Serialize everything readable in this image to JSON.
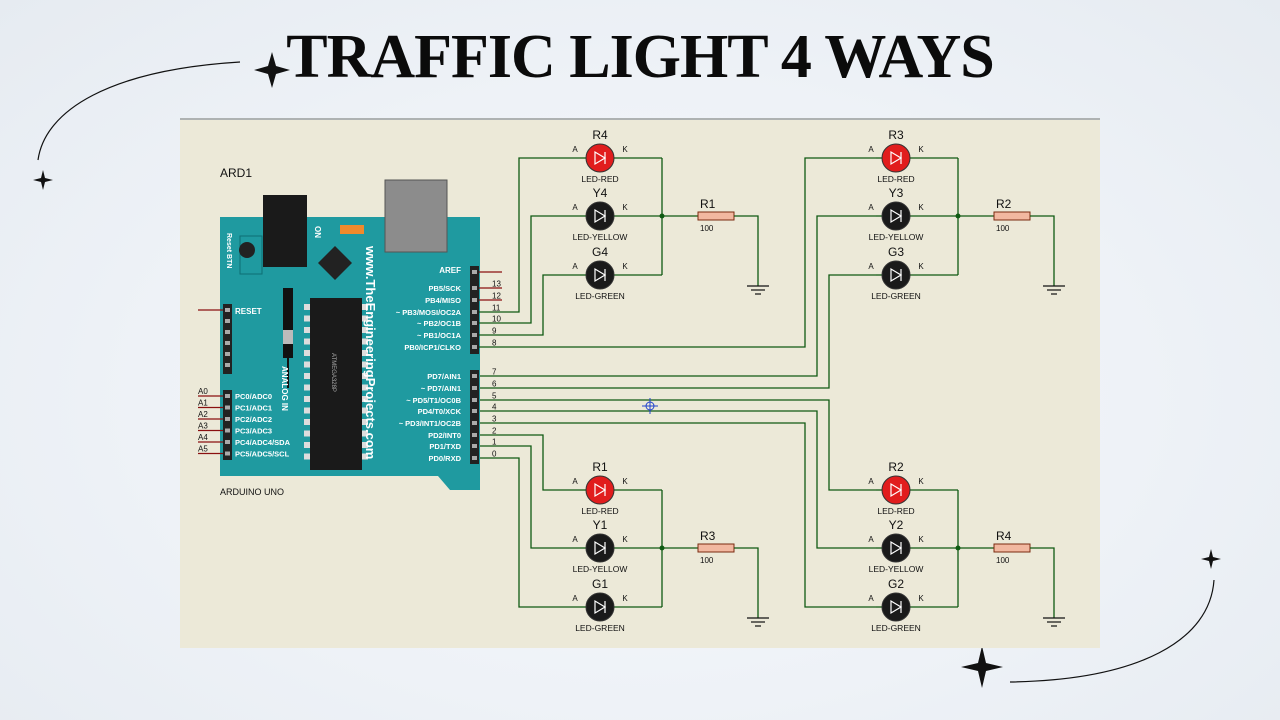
{
  "title": "TRAFFIC LIGHT 4 WAYS",
  "colors": {
    "background": "#eef2f7",
    "canvas": "#ece9d8",
    "wire": "#0f5a12",
    "board": "#1f9aa0",
    "led_red": "#e11d1d",
    "led_dark": "#1a1a1a",
    "resistor": "#f2b8a0",
    "pin_wire": "#8a1010"
  },
  "arduino": {
    "ref": "ARD1",
    "name": "ARDUINO UNO",
    "reset_btn": "Reset BTN",
    "on": "ON",
    "website": "www.TheEngineeringProjects.com",
    "analog_in": "ANALOG IN",
    "chip": "ATMEGA328P",
    "reset_pin": "RESET",
    "aref": "AREF",
    "digital_high": [
      {
        "num": "13",
        "label": "PB5/SCK"
      },
      {
        "num": "12",
        "label": "PB4/MISO"
      },
      {
        "num": "11",
        "label": "~ PB3/MOSI/OC2A"
      },
      {
        "num": "10",
        "label": "~ PB2/OC1B"
      },
      {
        "num": "9",
        "label": "~ PB1/OC1A"
      },
      {
        "num": "8",
        "label": "PB0/ICP1/CLKO"
      }
    ],
    "digital_low": [
      {
        "num": "7",
        "label": "PD7/AIN1"
      },
      {
        "num": "6",
        "label": "~ PD7/AIN1"
      },
      {
        "num": "5",
        "label": "~ PD5/T1/OC0B"
      },
      {
        "num": "4",
        "label": "PD4/T0/XCK"
      },
      {
        "num": "3",
        "label": "~ PD3/INT1/OC2B"
      },
      {
        "num": "2",
        "label": "PD2/INT0"
      },
      {
        "num": "1",
        "label": "PD1/TXD"
      },
      {
        "num": "0",
        "label": "PD0/RXD"
      }
    ],
    "analog": [
      {
        "net": "A0",
        "label": "PC0/ADC0"
      },
      {
        "net": "A1",
        "label": "PC1/ADC1"
      },
      {
        "net": "A2",
        "label": "PC2/ADC2"
      },
      {
        "net": "A3",
        "label": "PC3/ADC3"
      },
      {
        "net": "A4",
        "label": "PC4/ADC4/SDA"
      },
      {
        "net": "A5",
        "label": "PC5/ADC5/SCL"
      }
    ]
  },
  "led_pins": {
    "anode": "A",
    "cathode": "K"
  },
  "groups": [
    {
      "leds": [
        {
          "ref": "R4",
          "type": "LED-RED"
        },
        {
          "ref": "Y4",
          "type": "LED-YELLOW"
        },
        {
          "ref": "G4",
          "type": "LED-GREEN"
        }
      ],
      "resistor": {
        "ref": "R1",
        "value": "100"
      }
    },
    {
      "leds": [
        {
          "ref": "R3",
          "type": "LED-RED"
        },
        {
          "ref": "Y3",
          "type": "LED-YELLOW"
        },
        {
          "ref": "G3",
          "type": "LED-GREEN"
        }
      ],
      "resistor": {
        "ref": "R2",
        "value": "100"
      }
    },
    {
      "leds": [
        {
          "ref": "R1",
          "type": "LED-RED"
        },
        {
          "ref": "Y1",
          "type": "LED-YELLOW"
        },
        {
          "ref": "G1",
          "type": "LED-GREEN"
        }
      ],
      "resistor": {
        "ref": "R3",
        "value": "100"
      }
    },
    {
      "leds": [
        {
          "ref": "R2",
          "type": "LED-RED"
        },
        {
          "ref": "Y2",
          "type": "LED-YELLOW"
        },
        {
          "ref": "G2",
          "type": "LED-GREEN"
        }
      ],
      "resistor": {
        "ref": "R4",
        "value": "100"
      }
    }
  ]
}
